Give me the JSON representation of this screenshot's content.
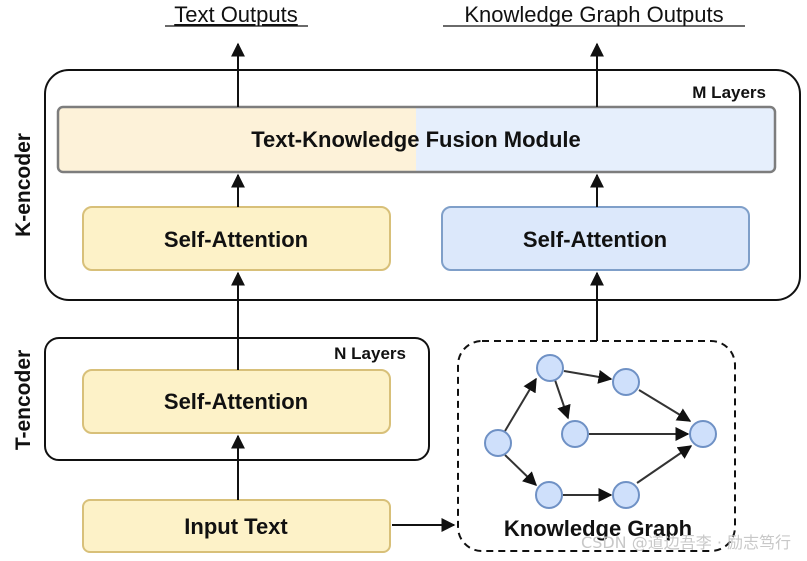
{
  "outputs": {
    "text": "Text Outputs",
    "kg": "Knowledge Graph Outputs"
  },
  "k_encoder": {
    "label": "K-encoder",
    "layers": "M Layers",
    "fusion": "Text-Knowledge Fusion Module",
    "text_attention": "Self-Attention",
    "kg_attention": "Self-Attention"
  },
  "t_encoder": {
    "label": "T-encoder",
    "layers": "N Layers",
    "attention": "Self-Attention"
  },
  "input_text": "Input Text",
  "knowledge_graph": {
    "label": "Knowledge Graph",
    "node_count": 7
  },
  "watermark": "CSDN @道边吾李 · 励志笃行",
  "colors": {
    "yellow_fill": "#fdf2c8",
    "yellow_stroke": "#d8c079",
    "blue_fill": "#dce8fb",
    "blue_stroke": "#7f9fc9",
    "node_fill": "#cfe0fb",
    "node_stroke": "#6f91c5"
  }
}
